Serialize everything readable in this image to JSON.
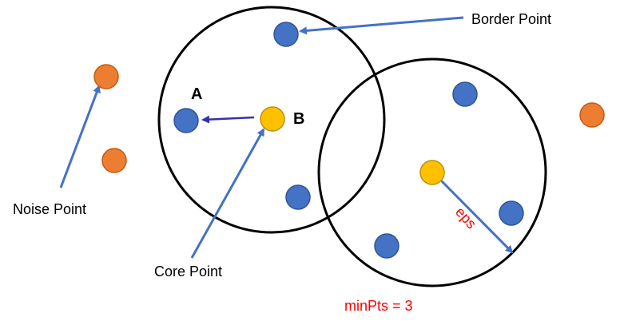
{
  "labels": {
    "border_point": "Border Point",
    "noise_point": "Noise Point",
    "core_point": "Core Point",
    "point_a": "A",
    "point_b": "B",
    "eps": "eps",
    "min_pts": "minPts = 3"
  },
  "colors": {
    "border": "#4472C4",
    "core": "#FFC000",
    "noise": "#ED7D31",
    "arrow": "#4472C4",
    "arrow_dark": "#3333AA",
    "annotation": "#FF0000",
    "circle": "#000000"
  }
}
